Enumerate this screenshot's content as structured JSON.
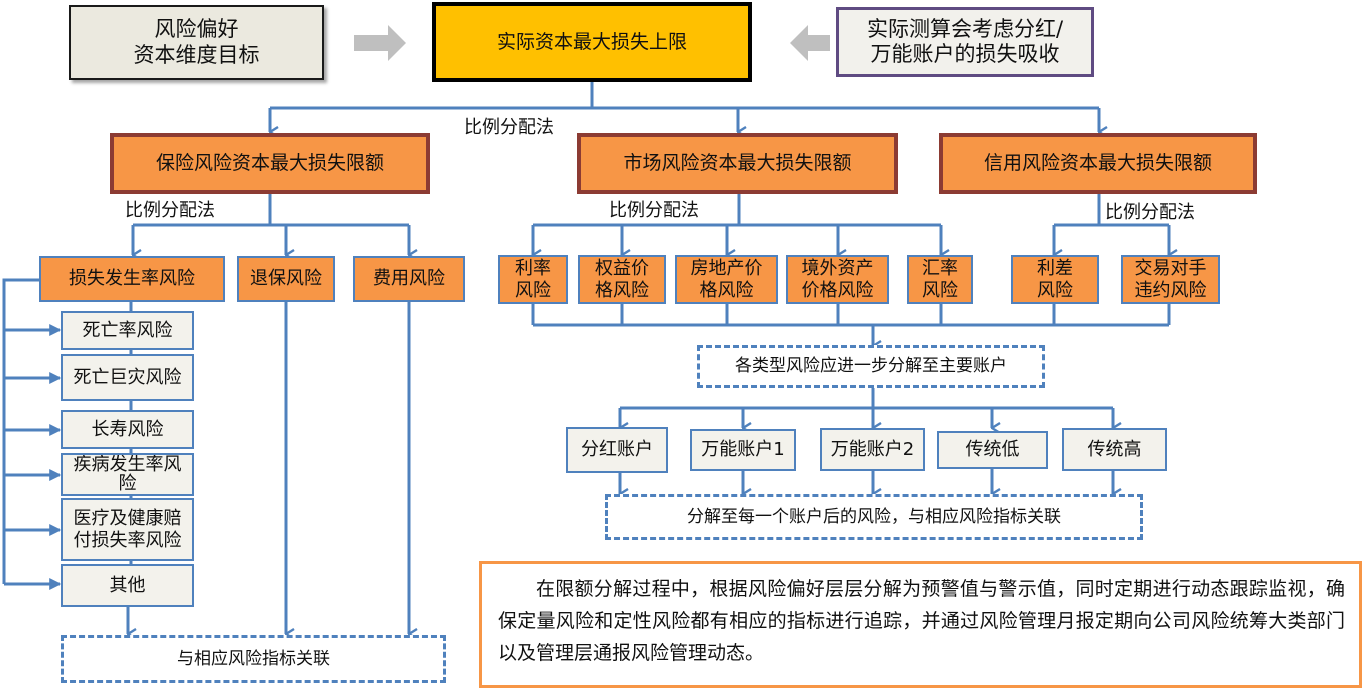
{
  "top": {
    "risk_appetite": "风险偏好\n资本维度目标",
    "max_loss": "实际资本最大损失上限",
    "absorption_note": "实际测算会考虑分红/\n万能账户的损失吸收"
  },
  "method_label": "比例分配法",
  "level1": [
    {
      "label": "保险风险资本最大损失限额"
    },
    {
      "label": "市场风险资本最大损失限额"
    },
    {
      "label": "信用风险资本最大损失限额"
    }
  ],
  "insurance": {
    "children": [
      "损失发生率风险",
      "退保风险",
      "费用风险"
    ],
    "sub": [
      "死亡率风险",
      "死亡巨灾风险",
      "长寿风险",
      "疾病发生率风\n险",
      "医疗及健康赔\n付损失率风险",
      "其他"
    ],
    "link": "与相应风险指标关联"
  },
  "market": {
    "children": [
      "利率\n风险",
      "权益价\n格风险",
      "房地产价\n格风险",
      "境外资产\n价格风险",
      "汇率\n风险"
    ]
  },
  "credit": {
    "children": [
      "利差\n风险",
      "交易对手\n违约风险"
    ]
  },
  "accounts": {
    "header": "各类型风险应进一步分解至主要账户",
    "items": [
      "分红账户",
      "万能账户1",
      "万能账户2",
      "传统低",
      "传统高"
    ],
    "link": "分解至每一个账户后的风险，与相应风险指标关联"
  },
  "note": "在限额分解过程中，根据风险偏好层层分解为预警值与警示值，同时定期进行动态跟踪监视，确保定量风险和定性风险都有相应的指标进行追踪，并通过风险管理月报定期向公司风险统筹大类部门以及管理层通报风险管理动态。",
  "colors": {
    "connector": "#4f81bd",
    "orange": "#f79646",
    "gold": "#ffc000",
    "level1_border": "#8c3b33",
    "purple_border": "#5f4b82",
    "grey_arrow": "#bfbfbf"
  }
}
